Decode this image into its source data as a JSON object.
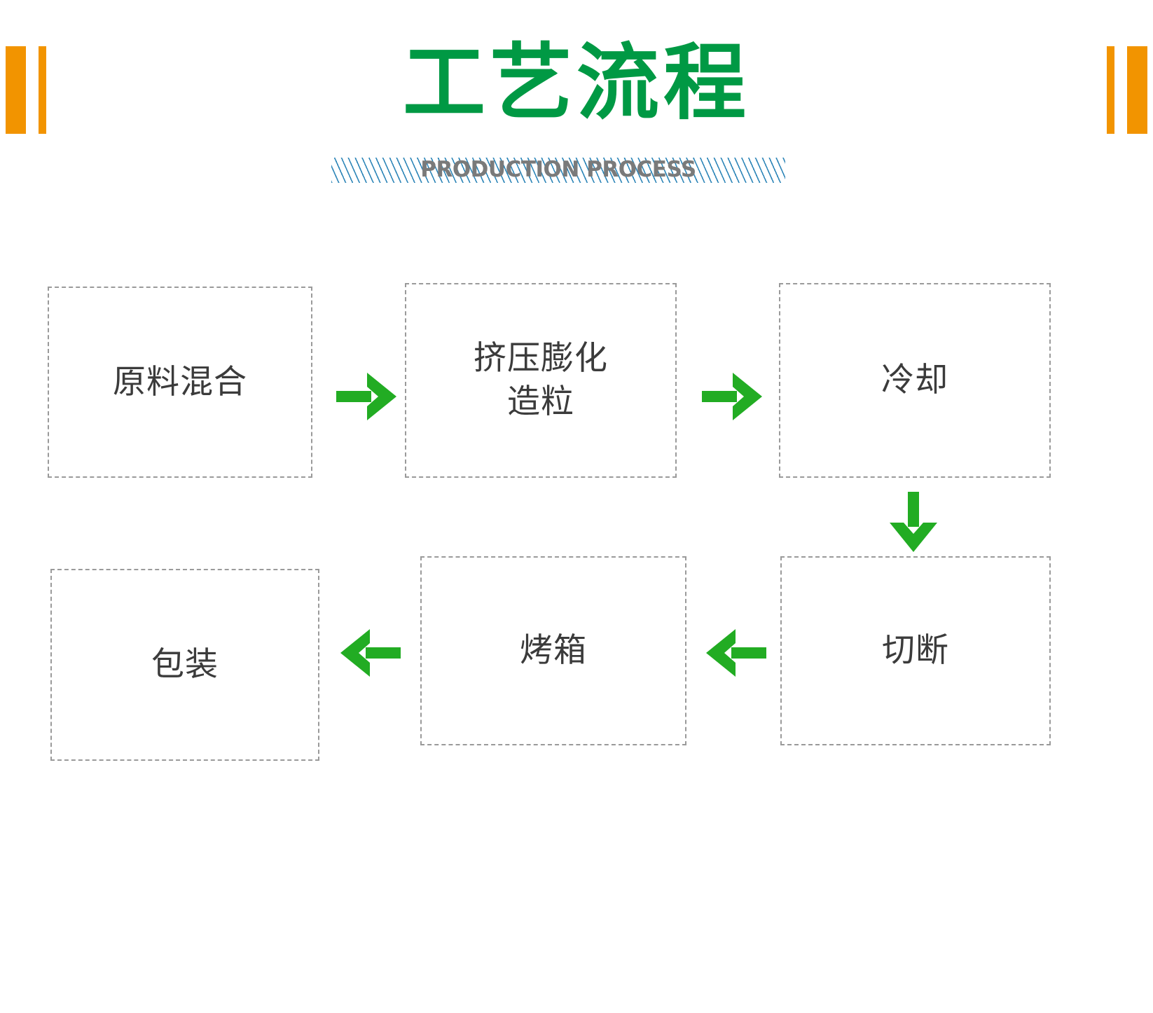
{
  "header": {
    "title": "工艺流程",
    "subtitle": "PRODUCTION PROCESS",
    "title_color": "#009944",
    "subtitle_color": "#7a7a7a",
    "hatch_color": "#2e86b8",
    "deco_color": "#f29400"
  },
  "flow": {
    "arrow_color": "#22ac23",
    "node_border_color": "#9a9a9a",
    "node_text_color": "#3b3b3b",
    "nodes": [
      {
        "id": "raw-material-mixing",
        "label": "原料混合"
      },
      {
        "id": "extrusion-puffing-granulation",
        "label": "挤压膨化\n造粒"
      },
      {
        "id": "cooling",
        "label": "冷却"
      },
      {
        "id": "cutting",
        "label": "切断"
      },
      {
        "id": "oven",
        "label": "烤箱"
      },
      {
        "id": "packaging",
        "label": "包装"
      }
    ],
    "arrows": [
      {
        "id": "arrow-mixing-to-extrusion",
        "direction": "right"
      },
      {
        "id": "arrow-extrusion-to-cooling",
        "direction": "right"
      },
      {
        "id": "arrow-cooling-to-cutting",
        "direction": "down"
      },
      {
        "id": "arrow-cutting-to-oven",
        "direction": "left"
      },
      {
        "id": "arrow-oven-to-packaging",
        "direction": "left"
      }
    ]
  }
}
